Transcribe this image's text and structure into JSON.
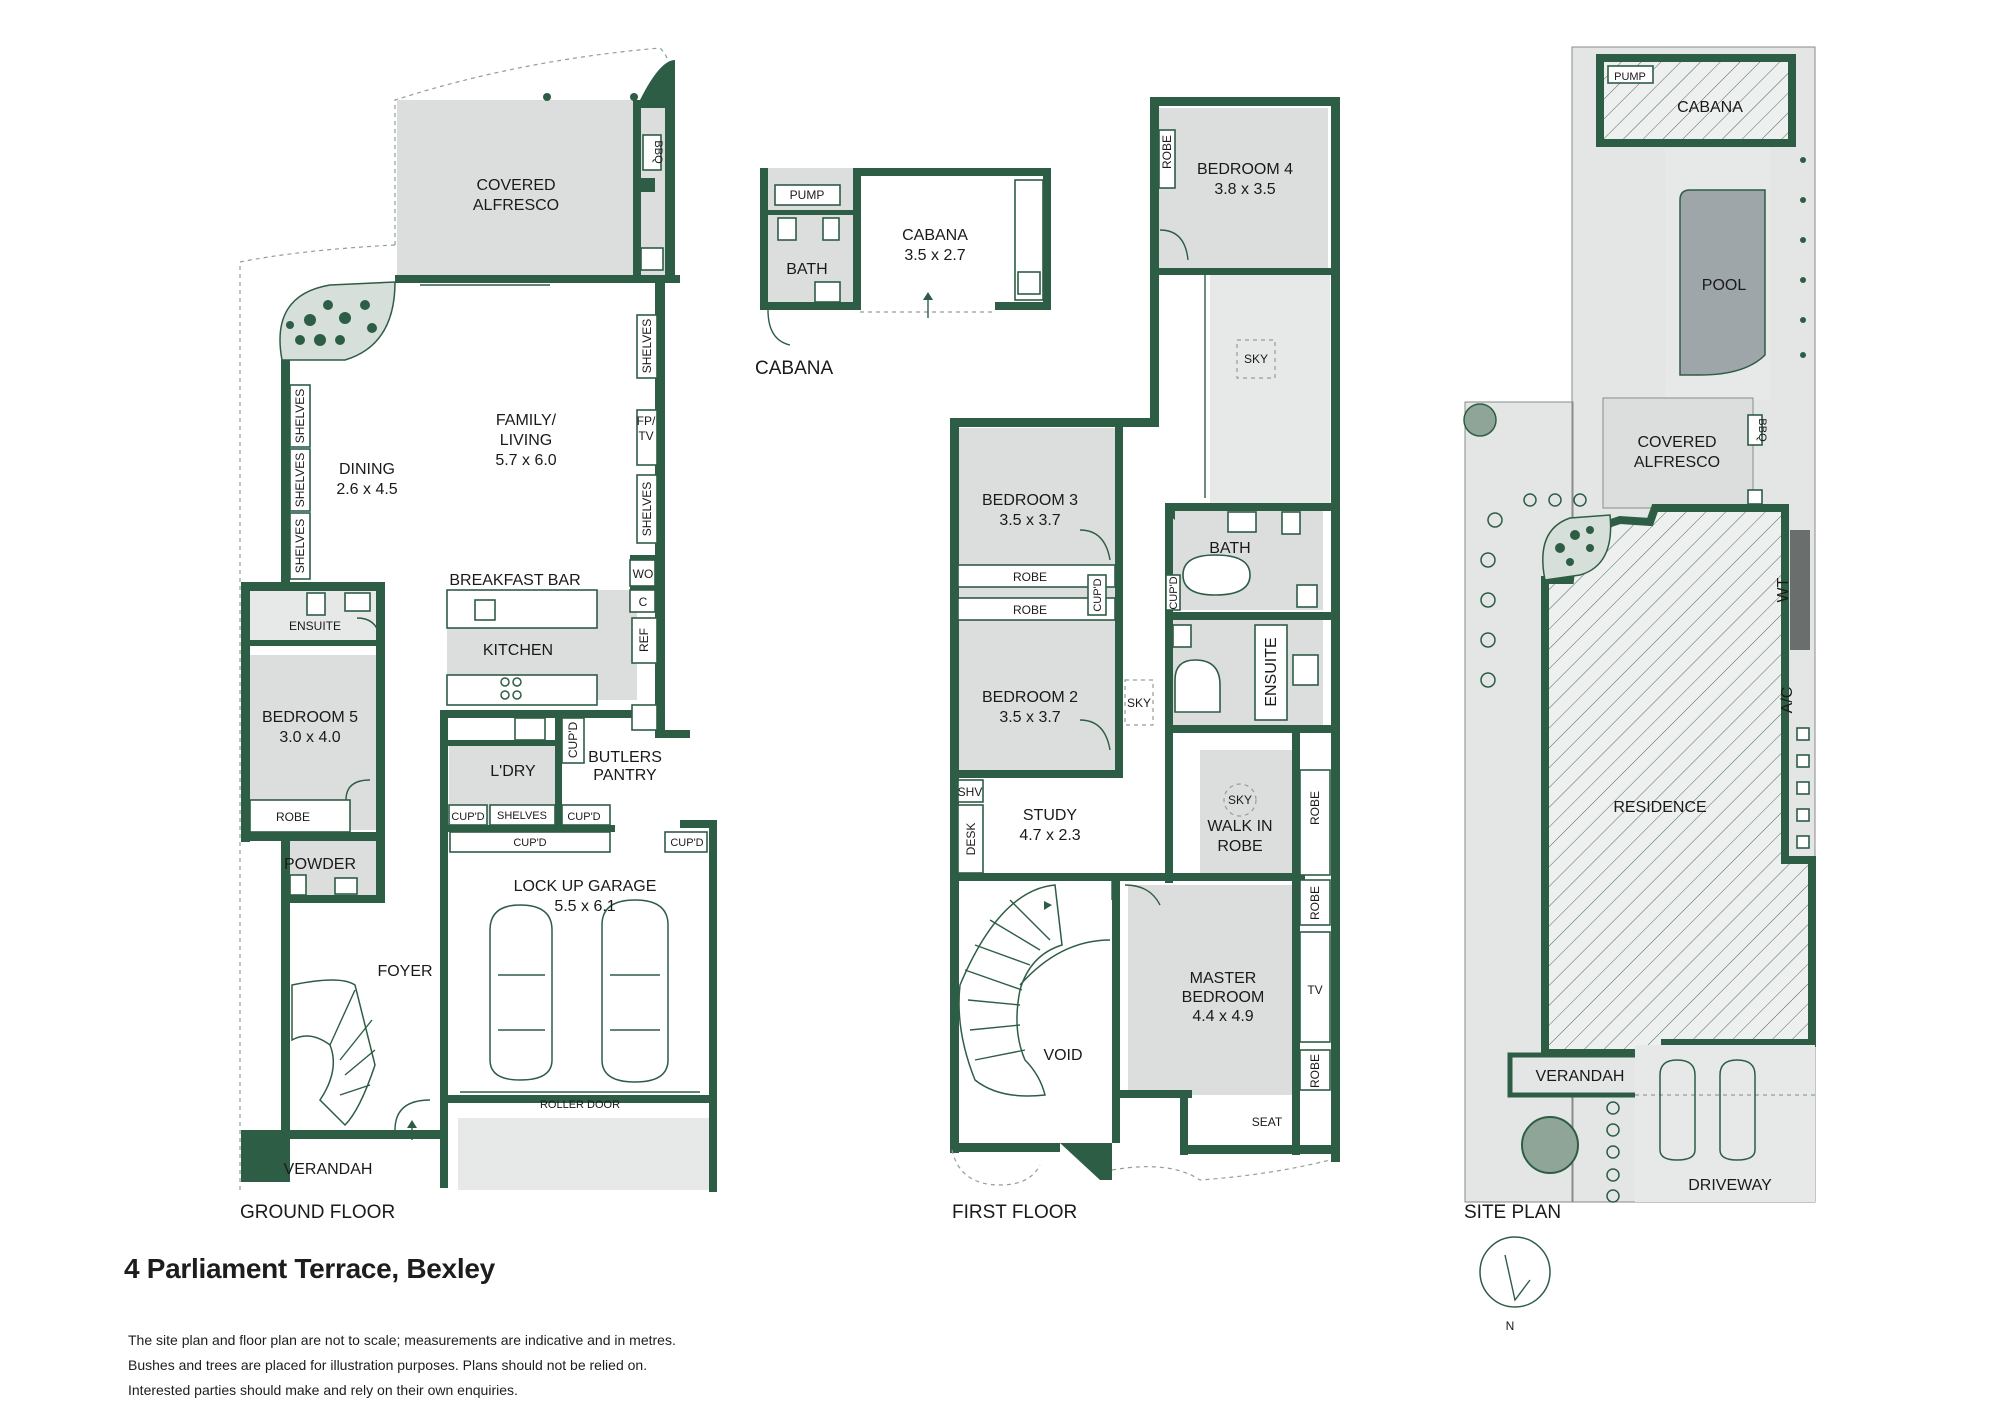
{
  "address": "4 Parliament Terrace, Bexley",
  "disclaimer": [
    "The site plan and floor plan are not to scale; measurements are indicative and in metres.",
    "Bushes and trees are placed for illustration purposes. Plans should not be relied on.",
    "Interested parties should make and rely on their own enquiries."
  ],
  "plans": {
    "ground_floor": "GROUND FLOOR",
    "first_floor": "FIRST FLOOR",
    "site_plan": "SITE PLAN",
    "cabana_plan": "CABANA"
  },
  "ground_floor": {
    "covered_alfresco": [
      "COVERED",
      "ALFRESCO"
    ],
    "bbq": "BBQ",
    "family_living": [
      "FAMILY/",
      "LIVING",
      "5.7 x 6.0"
    ],
    "dining": [
      "DINING",
      "2.6 x 4.5"
    ],
    "shelves": "SHELVES",
    "fp_tv": [
      "FP/",
      "TV"
    ],
    "wo": "WO",
    "c": "C",
    "ref": "REF",
    "breakfast_bar": "BREAKFAST BAR",
    "kitchen": "KITCHEN",
    "ensuite": "ENSUITE",
    "bedroom5": [
      "BEDROOM 5",
      "3.0 x 4.0"
    ],
    "robe": "ROBE",
    "powder": "POWDER",
    "laundry": "L'DRY",
    "cupd": "CUP'D",
    "butlers_pantry": [
      "BUTLERS",
      "PANTRY"
    ],
    "garage": [
      "LOCK UP GARAGE",
      "5.5 x 6.1"
    ],
    "roller_door": "ROLLER DOOR",
    "foyer": "FOYER",
    "verandah": "VERANDAH"
  },
  "cabana": {
    "pump": "PUMP",
    "bath": "BATH",
    "cabana": [
      "CABANA",
      "3.5 x 2.7"
    ]
  },
  "first_floor": {
    "robe": "ROBE",
    "bedroom4": [
      "BEDROOM 4",
      "3.8 x 3.5"
    ],
    "sky": "SKY",
    "bedroom3": [
      "BEDROOM 3",
      "3.5 x 3.7"
    ],
    "bedroom2": [
      "BEDROOM 2",
      "3.5 x 3.7"
    ],
    "cupd": "CUP'D",
    "bath": "BATH",
    "ensuite": "ENSUITE",
    "shv": "SHV",
    "desk": "DESK",
    "study": [
      "STUDY",
      "4.7 x 2.3"
    ],
    "walk_in_robe": [
      "WALK IN",
      "ROBE"
    ],
    "master": [
      "MASTER",
      "BEDROOM",
      "4.4 x 4.9"
    ],
    "tv": "TV",
    "void": "VOID",
    "seat": "SEAT"
  },
  "site_plan": {
    "pump": "PUMP",
    "cabana": "CABANA",
    "pool": "POOL",
    "covered_alfresco": [
      "COVERED",
      "ALFRESCO"
    ],
    "bbq": "BBQ",
    "wt": "WT",
    "ac": "A/C",
    "residence": "RESIDENCE",
    "verandah": "VERANDAH",
    "driveway": "DRIVEWAY",
    "north": "N"
  },
  "colors": {
    "wall": "#2e5d45",
    "room_fill": "#dcdedd",
    "text": "#1a1a1a"
  }
}
